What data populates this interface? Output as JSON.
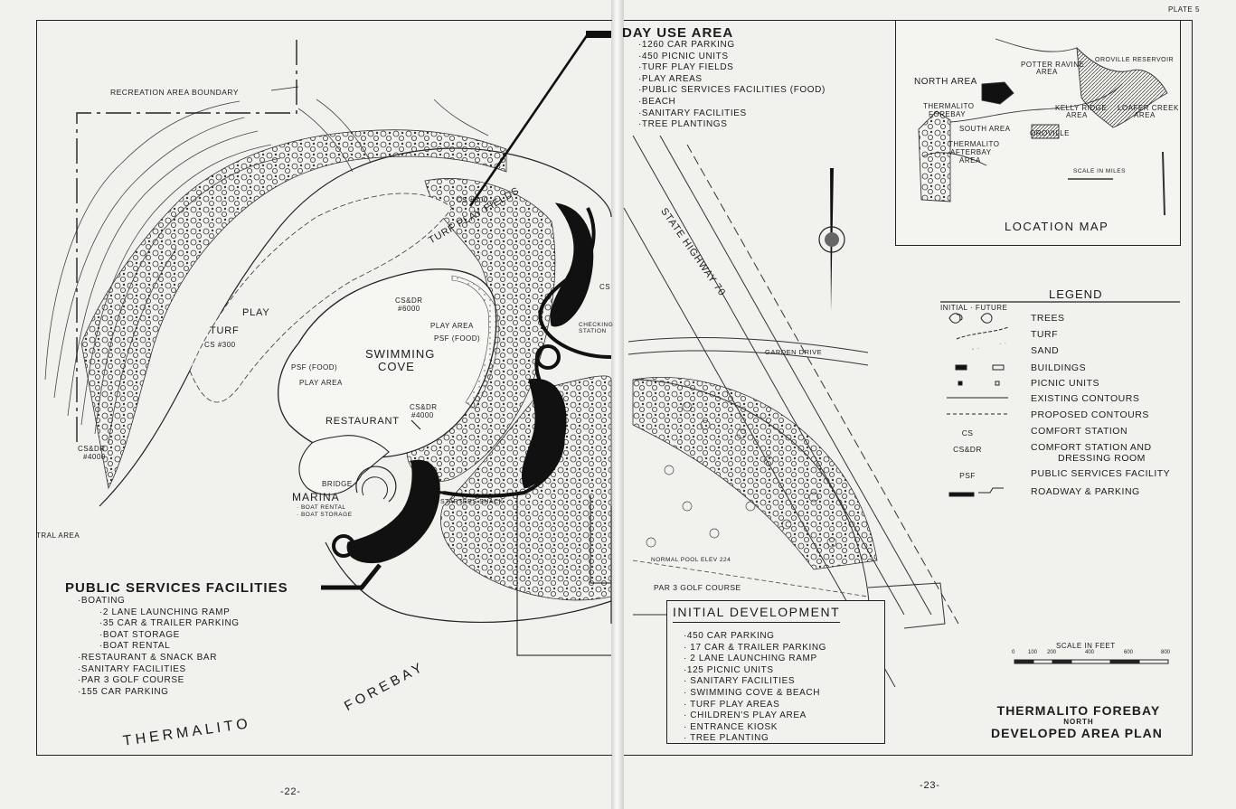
{
  "plate": "PLATE 5",
  "page_numbers": {
    "left": "-22-",
    "right": "-23-"
  },
  "plan_title": {
    "line1": "THERMALITO FOREBAY",
    "line2": "NORTH",
    "line3": "DEVELOPED AREA PLAN"
  },
  "day_use_area": {
    "title": "DAY USE AREA",
    "items": [
      "·1260 CAR PARKING",
      "·450 PICNIC UNITS",
      "·TURF PLAY FIELDS",
      "·PLAY AREAS",
      "·PUBLIC SERVICES FACILITIES (FOOD)",
      "·BEACH",
      "·SANITARY FACILITIES",
      "·TREE PLANTINGS"
    ]
  },
  "public_services": {
    "title": "PUBLIC SERVICES FACILITIES",
    "items": [
      "·BOATING",
      "·2 LANE LAUNCHING RAMP",
      "·35 CAR & TRAILER PARKING",
      "·BOAT STORAGE",
      "·BOAT RENTAL",
      "·RESTAURANT & SNACK BAR",
      "·SANITARY FACILITIES",
      "·PAR 3 GOLF COURSE",
      "·155 CAR PARKING"
    ]
  },
  "initial_development": {
    "title": "INITIAL DEVELOPMENT",
    "items": [
      "·450 CAR PARKING",
      "· 17 CAR & TRAILER PARKING",
      "· 2 LANE LAUNCHING RAMP",
      "·125 PICNIC UNITS",
      "· SANITARY FACILITIES",
      "· SWIMMING COVE & BEACH",
      "· TURF PLAY AREAS",
      "· CHILDREN'S PLAY AREA",
      "· ENTRANCE KIOSK",
      "· TREE PLANTING"
    ]
  },
  "legend": {
    "title": "LEGEND",
    "header": "INITIAL · FUTURE",
    "items": [
      {
        "code": "",
        "label": "TREES"
      },
      {
        "code": "",
        "label": "TURF"
      },
      {
        "code": "",
        "label": "SAND"
      },
      {
        "code": "",
        "label": "BUILDINGS"
      },
      {
        "code": "",
        "label": "PICNIC UNITS"
      },
      {
        "code": "",
        "label": "EXISTING CONTOURS"
      },
      {
        "code": "",
        "label": "PROPOSED CONTOURS"
      },
      {
        "code": "CS",
        "label": "COMFORT STATION"
      },
      {
        "code": "CS&DR",
        "label": "COMFORT STATION AND"
      },
      {
        "code": "",
        "label": "DRESSING ROOM"
      },
      {
        "code": "PSF",
        "label": "PUBLIC SERVICES FACILITY"
      },
      {
        "code": "",
        "label": "ROADWAY & PARKING"
      }
    ]
  },
  "location_map": {
    "title": "LOCATION MAP",
    "labels": {
      "north_area": "NORTH AREA",
      "forebay": "THERMALITO",
      "forebay2": "FOREBAY",
      "south_area": "SOUTH AREA",
      "afterbay": "THERMALITO",
      "afterbay2": "AFTERBAY",
      "afterbay3": "AREA",
      "potter": "POTTER RAVINE",
      "potter2": "AREA",
      "kelly": "KELLY RIDGE",
      "kelly2": "AREA",
      "loafer": "LOAFER CREEK",
      "loafer2": "AREA",
      "oroville": "OROVILLE",
      "reservoir": "OROVILLE RESERVOIR",
      "scale": "SCALE IN MILES"
    }
  },
  "map_labels": {
    "recreation_boundary": "RECREATION AREA BOUNDARY",
    "swimming": "SWIMMING",
    "cove": "COVE",
    "restaurant": "RESTAURANT",
    "marina": "MARINA",
    "boat_rental": "· BOAT RENTAL",
    "boat_storage": "· BOAT STORAGE",
    "bridge": "BRIDGE",
    "play_area1": "PLAY AREA",
    "play_area2": "PLAY AREA",
    "psf1": "PSF (FOOD)",
    "psf2": "PSF (FOOD)",
    "cs300a": "CS #300",
    "cs300b": "CS #300",
    "csdr6000": "CS&DR",
    "csdr6000n": "#6000",
    "csdr4000": "CS&DR",
    "csdr4000n": "#4000",
    "csdr_left": "CS&DR",
    "csdr_left_n": "#4000",
    "turf1": "TURF",
    "turf1b": "PLAY",
    "turf2": "TURF PLAY FIELDS",
    "checking": "CHECKING",
    "station": "STATION",
    "starters": "STARTERS SHACK",
    "normal_pool": "NORMAL POOL ELEV 224",
    "par3": "PAR 3 GOLF COURSE",
    "highway": "STATE HIGHWAY 70",
    "garden": "GARDEN DRIVE",
    "forebay": "FOREBAY",
    "thermalito": "THERMALITO",
    "tral": "TRAL AREA",
    "cs_right": "CS",
    "scale_feet": "SCALE IN FEET",
    "scale_ticks": [
      "0",
      "100",
      "200",
      "400",
      "600",
      "800"
    ]
  }
}
